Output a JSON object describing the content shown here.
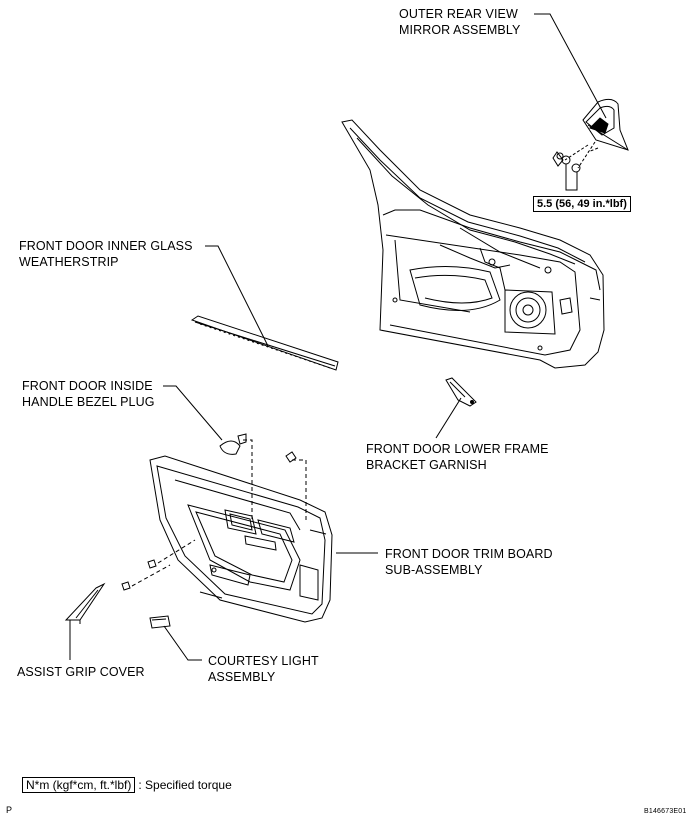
{
  "labels": {
    "mirror": [
      "OUTER REAR VIEW",
      "MIRROR ASSEMBLY"
    ],
    "weatherstrip": [
      "FRONT DOOR INNER GLASS",
      "WEATHERSTRIP"
    ],
    "bezel_plug": [
      "FRONT DOOR INSIDE",
      "HANDLE BEZEL PLUG"
    ],
    "frame_garnish": [
      "FRONT DOOR LOWER FRAME",
      "BRACKET GARNISH"
    ],
    "trim_board": [
      "FRONT DOOR TRIM BOARD",
      "SUB-ASSEMBLY"
    ],
    "assist_grip": [
      "ASSIST GRIP COVER"
    ],
    "courtesy_light": [
      "COURTESY LIGHT",
      "ASSEMBLY"
    ]
  },
  "torque": "5.5 (56, 49 in.*lbf)",
  "legend": {
    "box": "N*m (kgf*cm, ft.*lbf)",
    "text": ": Specified torque"
  },
  "corner_mark": "P",
  "figure_code": "B146673E01"
}
